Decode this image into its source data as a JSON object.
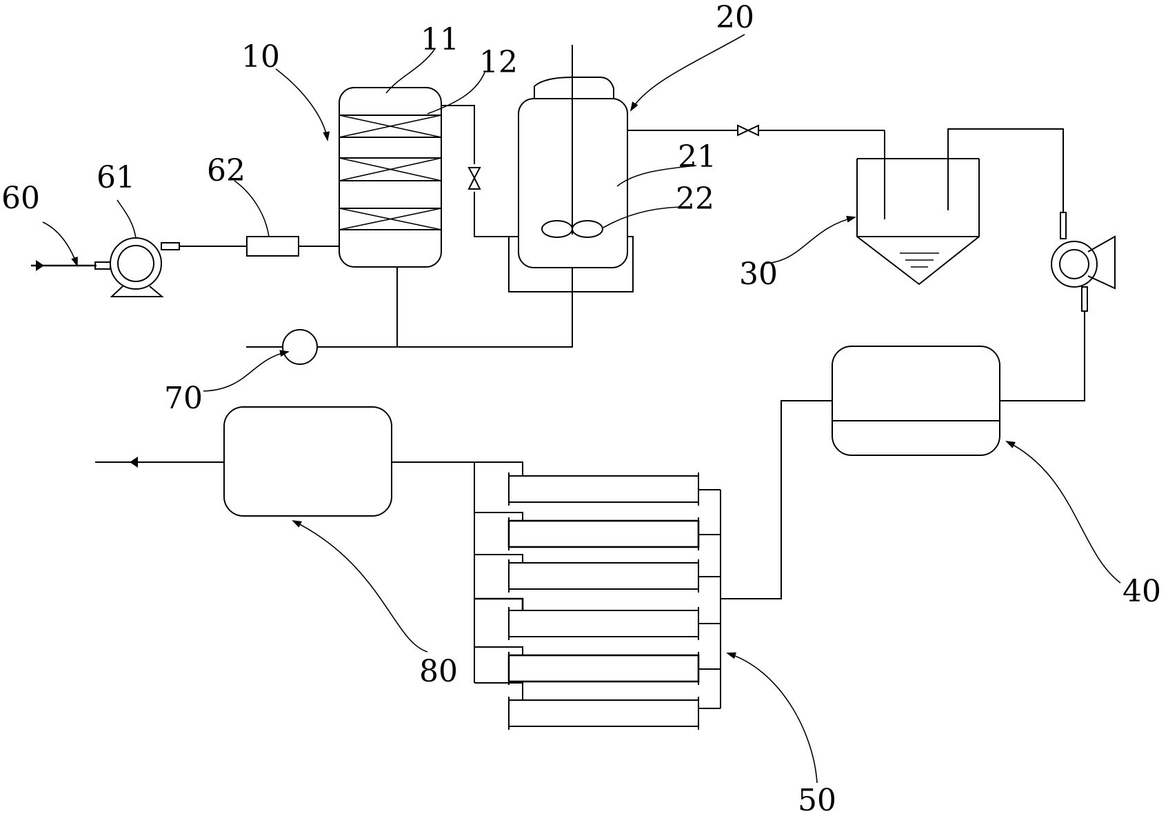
{
  "labels": {
    "l10": "10",
    "l11": "11",
    "l12": "12",
    "l20": "20",
    "l21": "21",
    "l22": "22",
    "l30": "30",
    "l40": "40",
    "l50": "50",
    "l60": "60",
    "l61": "61",
    "l62": "62",
    "l70": "70",
    "l80": "80"
  }
}
